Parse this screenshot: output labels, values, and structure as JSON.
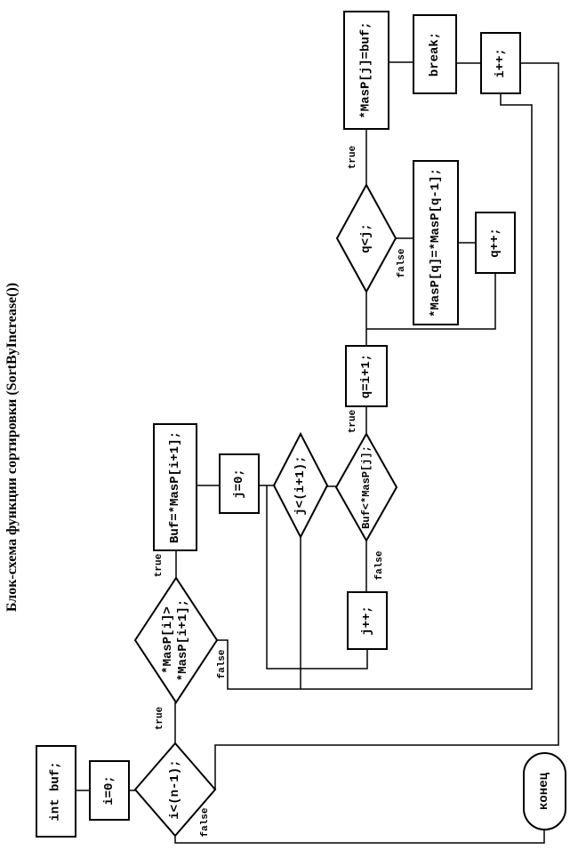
{
  "title": "Блок-схема функции сортировки (SortByIncrease())",
  "labels": {
    "true": "true",
    "false": "false"
  },
  "nodes": {
    "int_buf": "int buf;",
    "i_init": "i=0;",
    "cond_i": "i<(n-1);",
    "end": "конец",
    "cond_swap_line1": "*MasP[i]>",
    "cond_swap_line2": "*MasP[i+1];",
    "buf_assign": "Buf=*MasP[i+1];",
    "j_init": "j=0;",
    "cond_j": "j<(i+1);",
    "cond_buf": "Buf<*MasP[j];",
    "j_inc": "j++;",
    "q_init": "q=i+1;",
    "cond_q": "q<j;",
    "shift": "*MasP[q]=*MasP[q-1];",
    "q_inc": "q++;",
    "insert": "*MasP[j]=buf;",
    "break_op": "break;",
    "i_inc": "i++;"
  }
}
